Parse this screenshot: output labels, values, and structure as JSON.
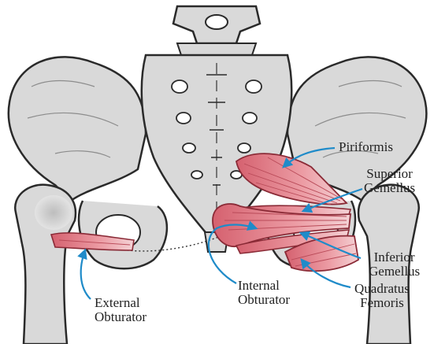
{
  "labels": {
    "piriformis": {
      "line1": "Piriformis"
    },
    "superior_gemellus": {
      "line1": "Superior",
      "line2": "Gemellus"
    },
    "inferior_gemellus": {
      "line1": "Inferior",
      "line2": "Gemellus"
    },
    "quadratus_femoris": {
      "line1": "Quadratus",
      "line2": "Femoris"
    },
    "internal_obturator": {
      "line1": "Internal",
      "line2": "Obturator"
    },
    "external_obturator": {
      "line1": "External",
      "line2": "Obturator"
    }
  },
  "colors": {
    "bone_fill": "#d9d9d9",
    "bone_outline": "#2a2a2a",
    "muscle_fill": "#e07c86",
    "muscle_dark": "#b94a58",
    "arrow": "#1f8bc9"
  }
}
